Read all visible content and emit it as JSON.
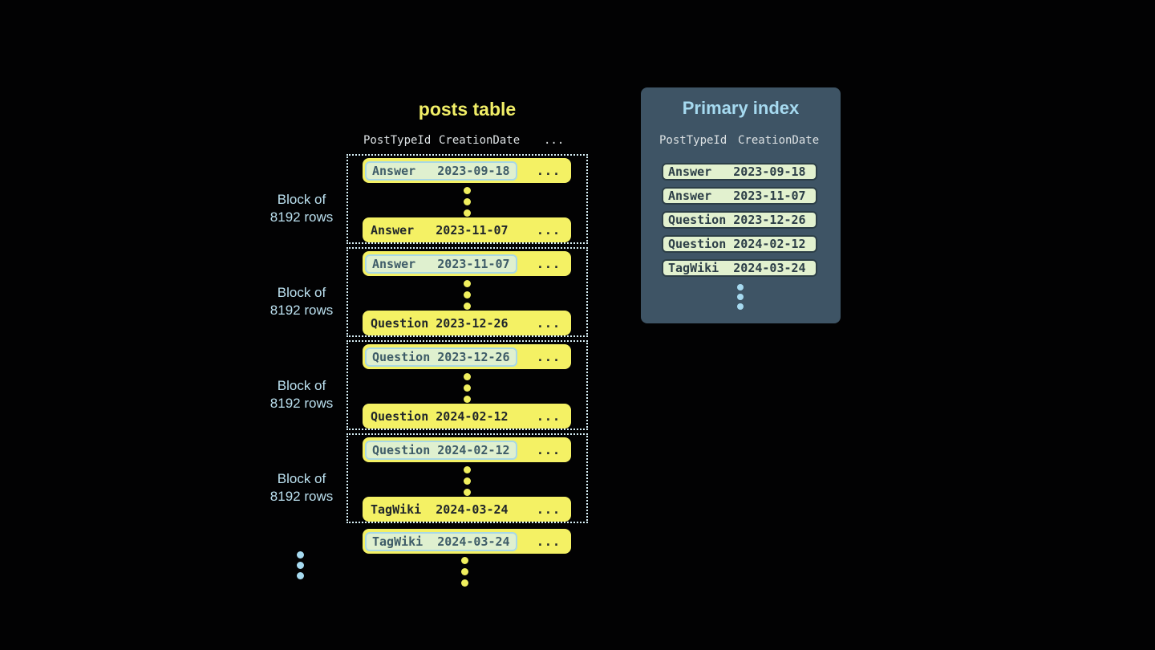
{
  "posts_table": {
    "title": "posts table",
    "columns": [
      "PostTypeId",
      "CreationDate",
      "..."
    ],
    "ellipsis": "...",
    "blocks": [
      {
        "label_line1": "Block of",
        "label_line2": "8192 rows",
        "first_row": {
          "type": "Answer",
          "date": "2023-09-18"
        },
        "last_row": {
          "type": "Answer",
          "date": "2023-11-07"
        }
      },
      {
        "label_line1": "Block of",
        "label_line2": "8192 rows",
        "first_row": {
          "type": "Answer",
          "date": "2023-11-07"
        },
        "last_row": {
          "type": "Question",
          "date": "2023-12-26"
        }
      },
      {
        "label_line1": "Block of",
        "label_line2": "8192 rows",
        "first_row": {
          "type": "Question",
          "date": "2023-12-26"
        },
        "last_row": {
          "type": "Question",
          "date": "2024-02-12"
        }
      },
      {
        "label_line1": "Block of",
        "label_line2": "8192 rows",
        "first_row": {
          "type": "Question",
          "date": "2024-02-12"
        },
        "last_row": {
          "type": "TagWiki",
          "date": "2024-03-24"
        }
      }
    ],
    "overflow_row": {
      "type": "TagWiki",
      "date": "2024-03-24"
    }
  },
  "primary_index": {
    "title": "Primary index",
    "columns": [
      "PostTypeId",
      "CreationDate"
    ],
    "rows": [
      {
        "type": "Answer",
        "date": "2023-09-18"
      },
      {
        "type": "Answer",
        "date": "2023-11-07"
      },
      {
        "type": "Question",
        "date": "2023-12-26"
      },
      {
        "type": "Question",
        "date": "2024-02-12"
      },
      {
        "type": "TagWiki",
        "date": "2024-03-24"
      }
    ]
  },
  "colors": {
    "background": "#020203",
    "posts_title_yellow": "#f1ee67",
    "row_yellow": "#f4f164",
    "highlight_green": "#dff0cf",
    "highlight_border_blue": "#a8d8e6",
    "highlight_text": "#3e5c68",
    "row_text_dark": "#20262b",
    "dotted_border": "#d6eef5",
    "column_header_text": "#dde2e4",
    "block_label_blue": "#bbe0ef",
    "panel_background": "#3e5465",
    "panel_title_blue": "#a6daf0",
    "index_row_green": "#e2f1cf",
    "index_row_border": "#2c3e47",
    "blue_dot": "#a6daf0",
    "yellow_dot": "#f0ef5e"
  }
}
